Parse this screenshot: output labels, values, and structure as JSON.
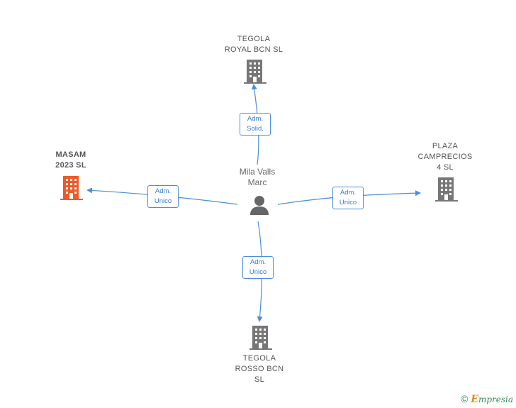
{
  "person": {
    "name_line1": "Mila Valls",
    "name_line2": "Marc"
  },
  "companies": {
    "top": {
      "line1": "TEGOLA",
      "line2": "ROYAL BCN  SL"
    },
    "left": {
      "line1": "MASAM",
      "line2": "2023  SL"
    },
    "right": {
      "line1": "PLAZA",
      "line2": "CAMPRECIOS",
      "line3": "4  SL"
    },
    "bottom": {
      "line1": "TEGOLA",
      "line2": "ROSSO BCN",
      "line3": "SL"
    }
  },
  "edges": {
    "top": {
      "line1": "Adm.",
      "line2": "Solid."
    },
    "left": {
      "line1": "Adm.",
      "line2": "Unico"
    },
    "right": {
      "line1": "Adm.",
      "line2": "Unico"
    },
    "bottom": {
      "line1": "Adm.",
      "line2": "Unico"
    }
  },
  "colors": {
    "edge": "#4a8fd8",
    "building": "#777777",
    "highlight_building": "#f05a28",
    "person": "#666666"
  },
  "footer": {
    "copyright": "©",
    "brand_initial": "E",
    "brand_rest": "mpresia"
  }
}
